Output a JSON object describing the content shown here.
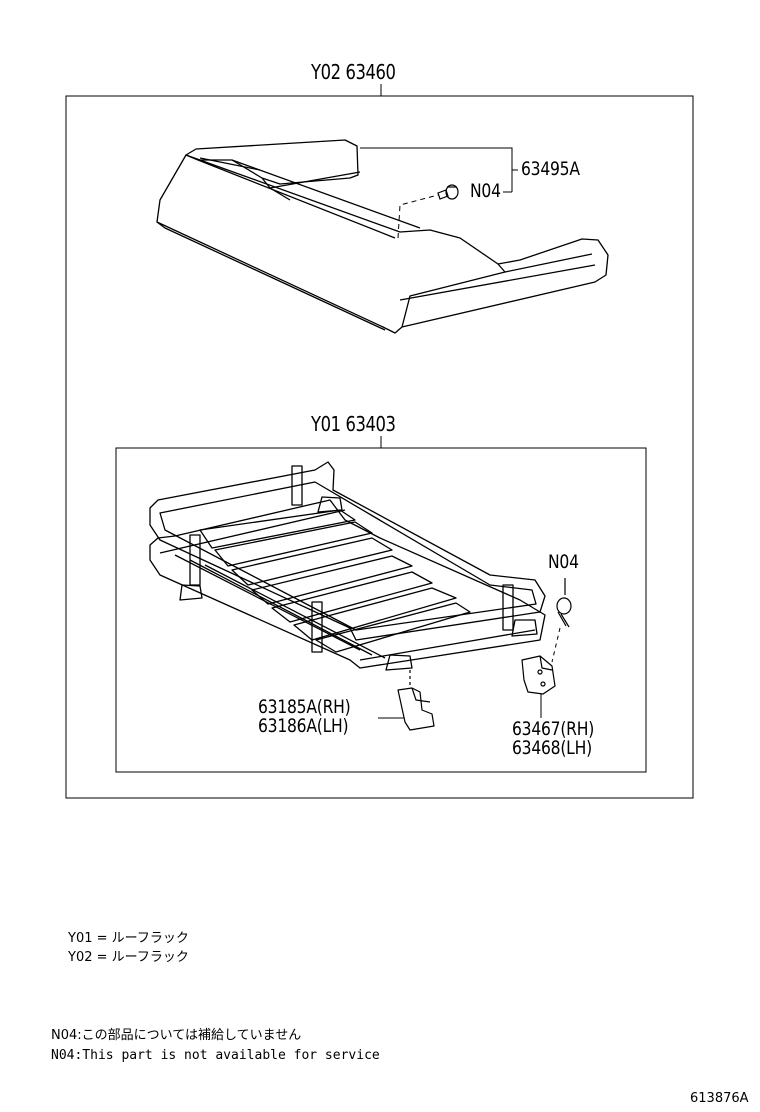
{
  "diagram": {
    "outer_assembly_label": "Y02 63460",
    "inner_assembly_label": "Y01 63403",
    "callouts": {
      "cover_part": "63495A",
      "cover_screw": "N04",
      "rack_screw": "N04",
      "bracket_front_rh": "63185A(RH)",
      "bracket_front_lh": "63186A(LH)",
      "bracket_rear_rh": "63467(RH)",
      "bracket_rear_lh": "63468(LH)"
    }
  },
  "legend": {
    "y01": "Y01 = ルーフラック",
    "y02": "Y02 = ルーフラック"
  },
  "notes": {
    "jp": "N04:この部品については補給していません",
    "en": "N04:This part is not available for service"
  },
  "figure_id": "613876A",
  "colors": {
    "line": "#000000",
    "background": "#ffffff"
  }
}
